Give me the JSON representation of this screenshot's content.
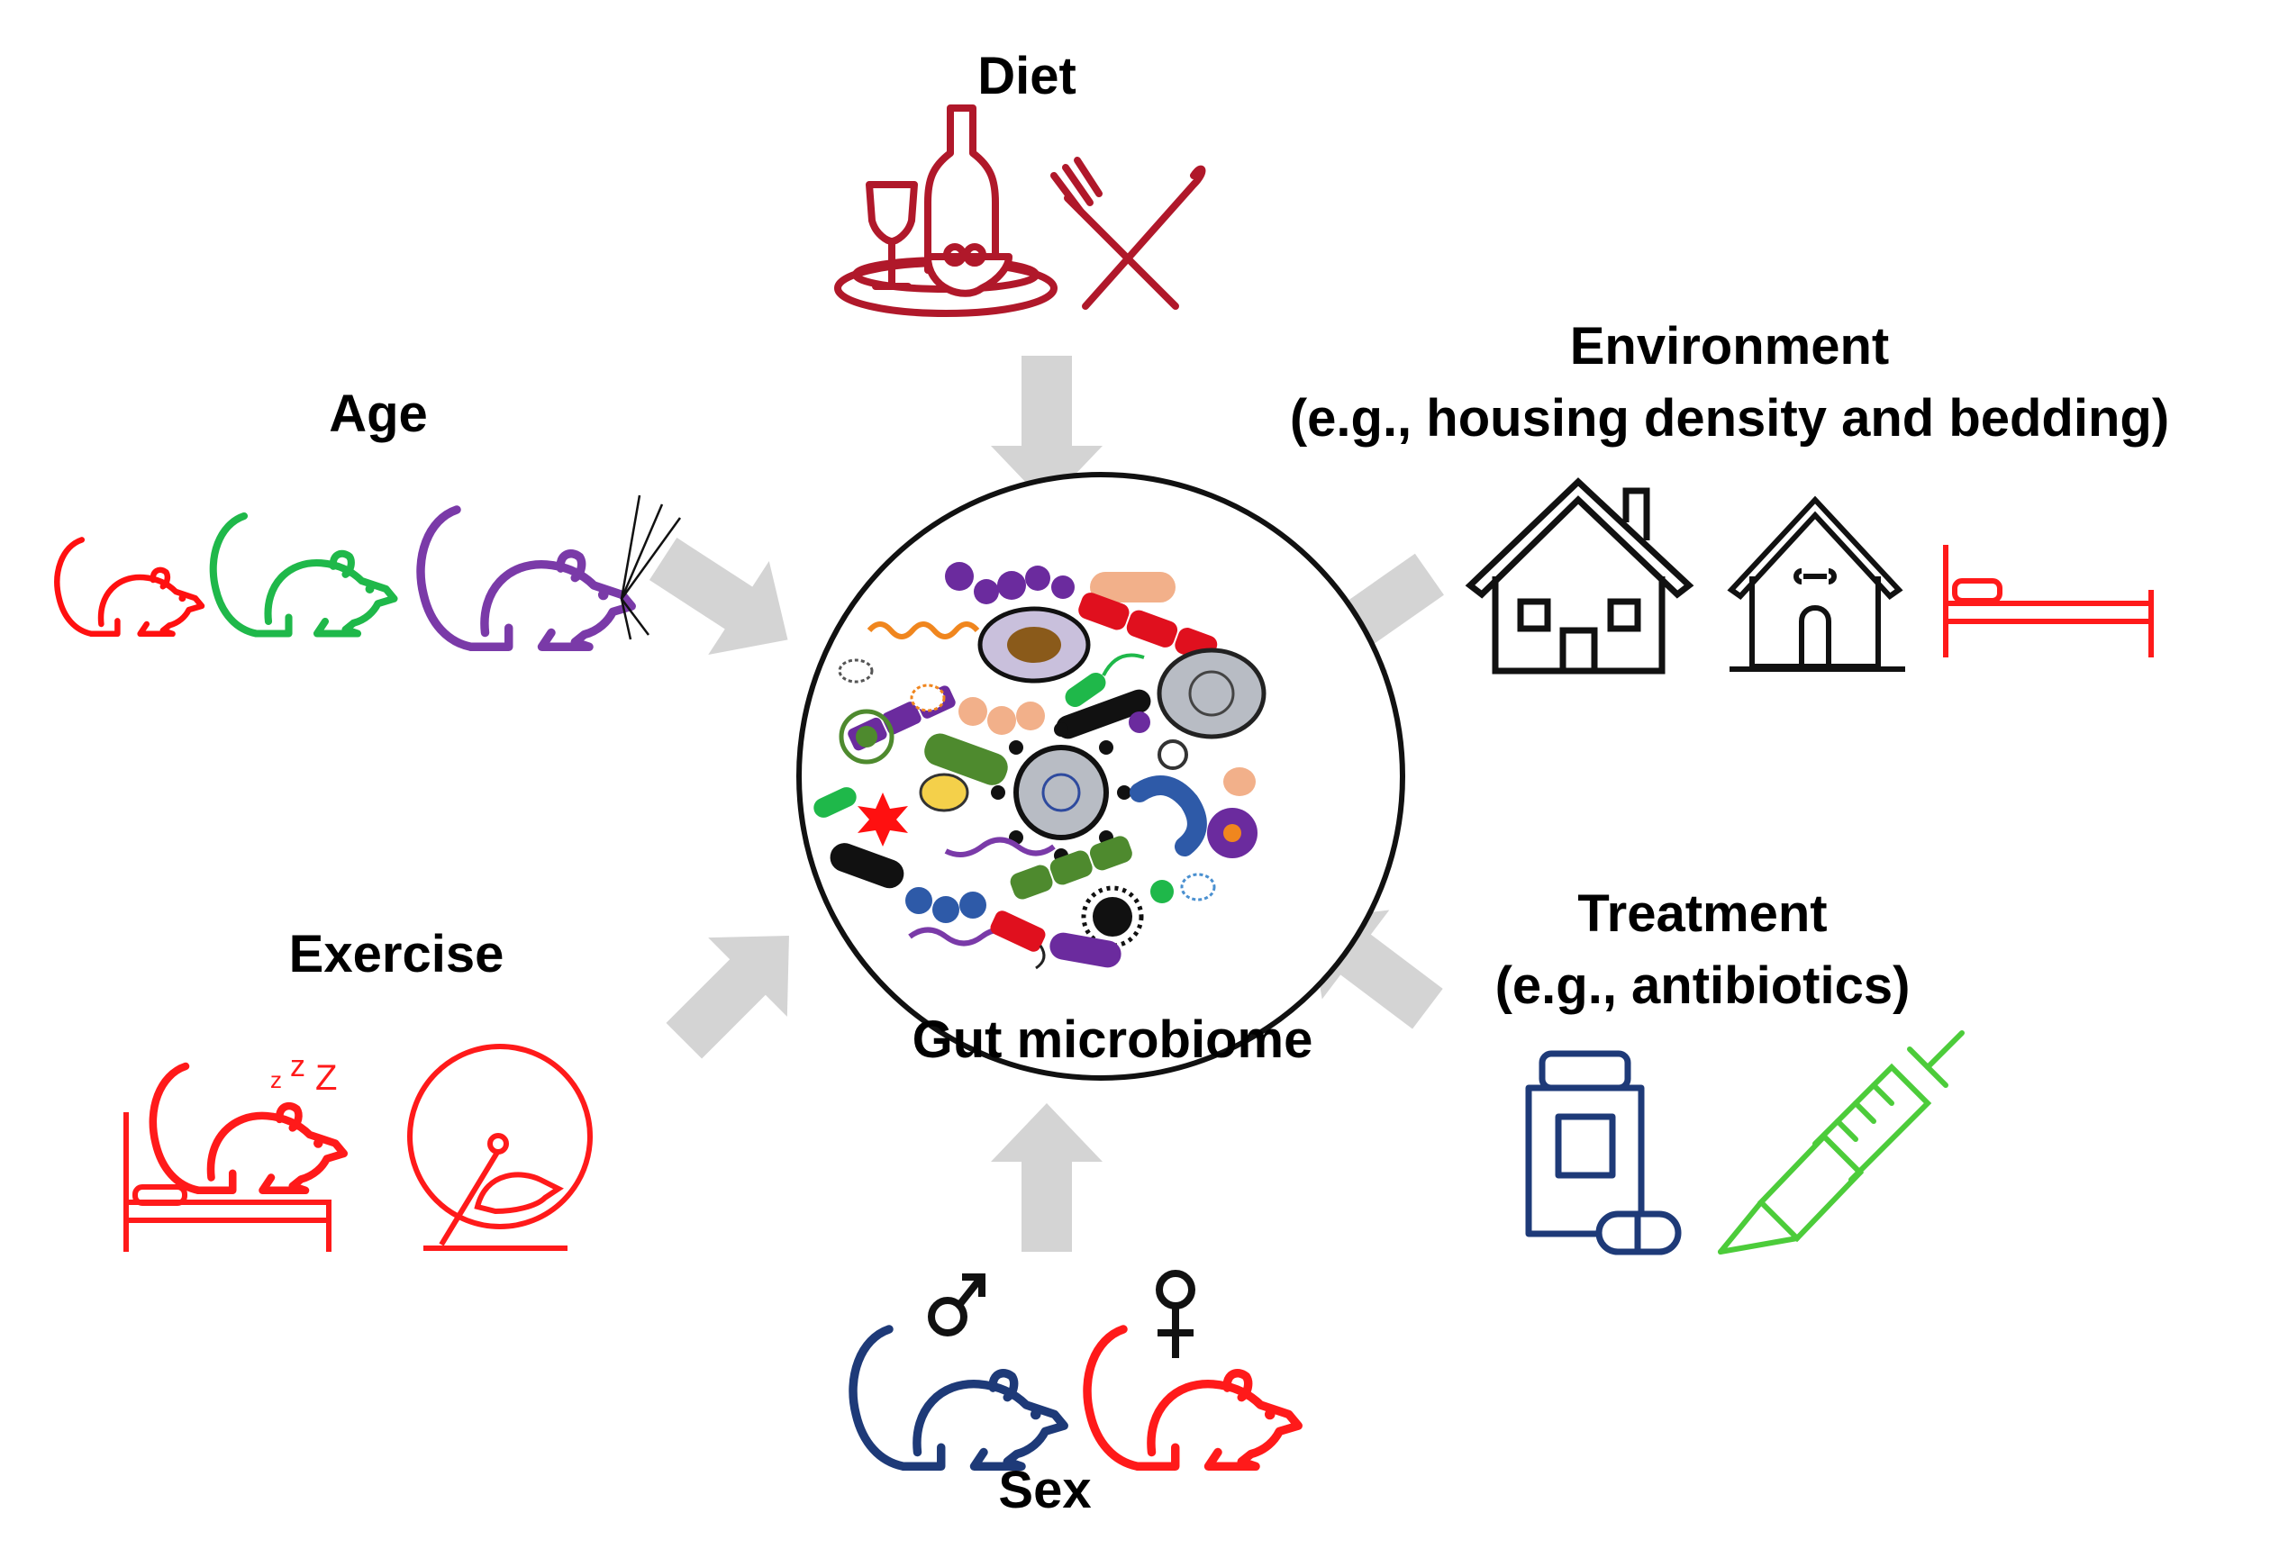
{
  "center": {
    "label": "Gut microbiome"
  },
  "factors": {
    "diet": {
      "label": "Diet"
    },
    "age": {
      "label": "Age"
    },
    "environment": {
      "label": "Environment",
      "sublabel": "(e.g., housing density and bedding)"
    },
    "exercise": {
      "label": "Exercise"
    },
    "treatment": {
      "label": "Treatment",
      "sublabel": "(e.g., antibiotics)"
    },
    "sex": {
      "label": "Sex"
    }
  },
  "icons": {
    "diet": [
      "wine-glass-icon",
      "wine-bottle-icon",
      "food-plate-icon",
      "fork-knife-icon"
    ],
    "age": [
      "young-mouse-icon",
      "adult-mouse-icon",
      "old-mouse-icon"
    ],
    "environment": [
      "house-icon",
      "dog-house-icon",
      "bed-icon"
    ],
    "exercise": [
      "sleeping-mouse-icon",
      "hamster-wheel-icon"
    ],
    "treatment": [
      "pill-bottle-icon",
      "syringe-icon"
    ],
    "sex": [
      "male-mouse-icon",
      "female-mouse-icon",
      "male-symbol-icon",
      "female-symbol-icon"
    ]
  },
  "colors": {
    "diet": "#b0182a",
    "young": "#ff1010",
    "adult": "#1fb84a",
    "old": "#7a3aa8",
    "house": "#111111",
    "bed": "#ff1a1a",
    "exercise": "#ff1a1a",
    "bottle": "#1e3a78",
    "syringe": "#4ccc3a",
    "male": "#1e3a78",
    "female": "#ff1a1a",
    "arrow": "#d4d4d4"
  }
}
